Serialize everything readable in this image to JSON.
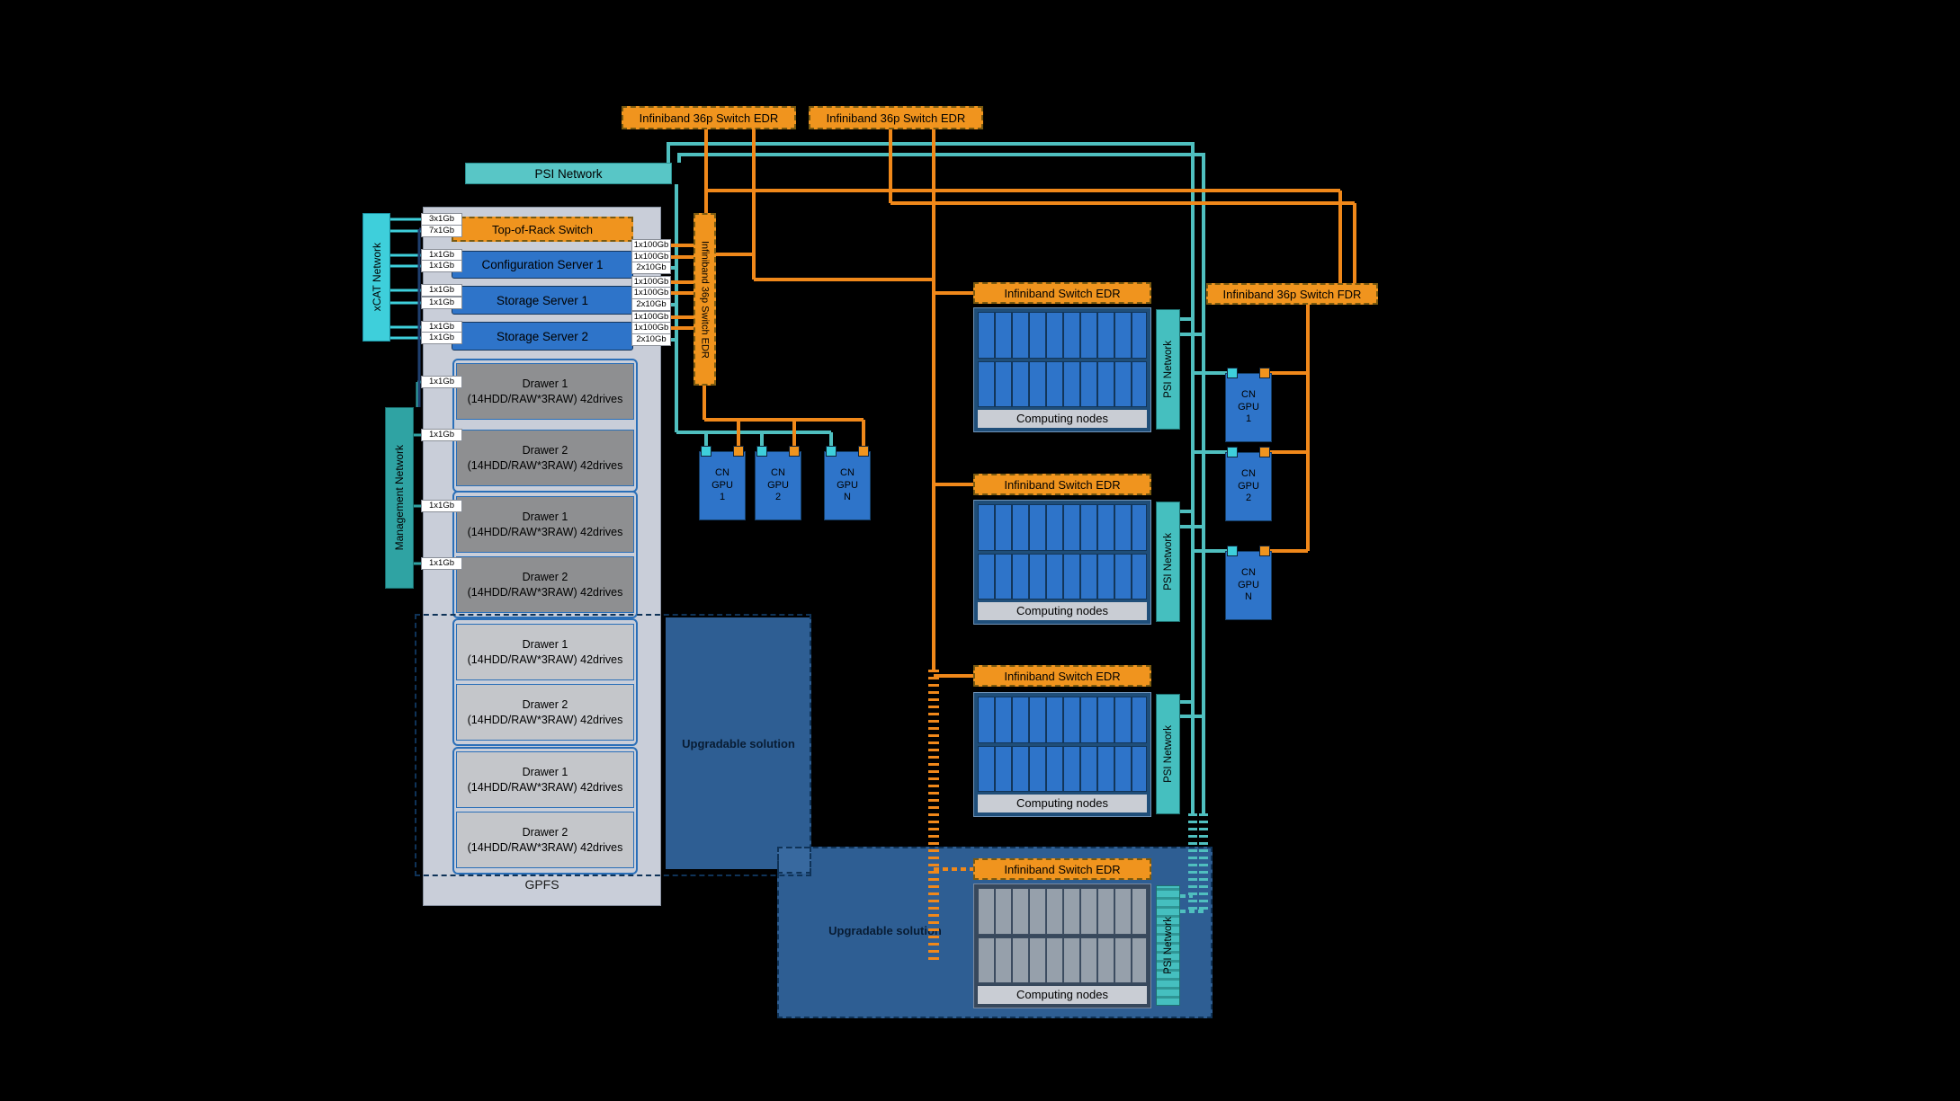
{
  "colors": {
    "background": "#000000",
    "orange": "#F0941E",
    "teal": "#4FBFBF",
    "cyan": "#3ECFDB",
    "management_teal": "#2FA3A3",
    "blue": "#2E74C9",
    "navy": "#1F4E79",
    "panel_gray": "#C9CED9",
    "upgradable_blue": "#2E5E93"
  },
  "top_switches": [
    {
      "label": "Infiniband 36p Switch EDR"
    },
    {
      "label": "Infiniband 36p Switch EDR"
    }
  ],
  "psi_top": {
    "label": "PSI Network"
  },
  "xcat": {
    "label": "xCAT Network"
  },
  "mgmt": {
    "label": "Management Network"
  },
  "vswitch": {
    "label": "Infiniband 36p Switch EDR"
  },
  "fdr": {
    "label": "Infiniband 36p Switch FDR"
  },
  "gpfs": {
    "title": "GPFS",
    "tor": "Top-of-Rack Switch",
    "servers": [
      "Configuration Server 1",
      "Storage Server 1",
      "Storage Server 2"
    ],
    "drawers": [
      {
        "title": "Drawer 1",
        "subtitle": "(14HDD/RAW*3RAW) 42drives"
      },
      {
        "title": "Drawer 2",
        "subtitle": "(14HDD/RAW*3RAW) 42drives"
      },
      {
        "title": "Drawer 1",
        "subtitle": "(14HDD/RAW*3RAW) 42drives"
      },
      {
        "title": "Drawer 2",
        "subtitle": "(14HDD/RAW*3RAW) 42drives"
      },
      {
        "title": "Drawer 1",
        "subtitle": "(14HDD/RAW*3RAW) 42drives"
      },
      {
        "title": "Drawer 2",
        "subtitle": "(14HDD/RAW*3RAW) 42drives"
      },
      {
        "title": "Drawer 1",
        "subtitle": "(14HDD/RAW*3RAW) 42drives"
      },
      {
        "title": "Drawer 2",
        "subtitle": "(14HDD/RAW*3RAW) 42drives"
      }
    ],
    "left_ports": [
      "3x1Gb",
      "7x1Gb",
      "1x1Gb",
      "1x1Gb",
      "1x1Gb",
      "1x1Gb",
      "1x1Gb",
      "1x1Gb",
      "1x1Gb",
      "1x1Gb",
      "1x1Gb",
      "1x1Gb"
    ],
    "right_ports": [
      "1x100Gb",
      "1x100Gb",
      "2x10Gb",
      "1x100Gb",
      "1x100Gb",
      "2x10Gb",
      "1x100Gb",
      "1x100Gb",
      "2x10Gb"
    ]
  },
  "gpu_left": [
    {
      "label": "CN\nGPU\n1"
    },
    {
      "label": "CN\nGPU\n2"
    },
    {
      "label": "CN\nGPU\nN"
    }
  ],
  "gpu_right": [
    {
      "label": "CN\nGPU\n1"
    },
    {
      "label": "CN\nGPU\n2"
    },
    {
      "label": "CN\nGPU\nN"
    }
  ],
  "node_groups": [
    {
      "header": "Infiniband Switch EDR",
      "footer": "Computing nodes",
      "psi": "PSI Network"
    },
    {
      "header": "Infiniband Switch EDR",
      "footer": "Computing nodes",
      "psi": "PSI Network"
    },
    {
      "header": "Infiniband Switch EDR",
      "footer": "Computing nodes",
      "psi": "PSI Network"
    },
    {
      "header": "Infiniband Switch EDR",
      "footer": "Computing nodes",
      "psi": "PSI Network"
    }
  ],
  "upgradable": [
    {
      "label": "Upgradable solution"
    },
    {
      "label": "Upgradable solution"
    }
  ]
}
